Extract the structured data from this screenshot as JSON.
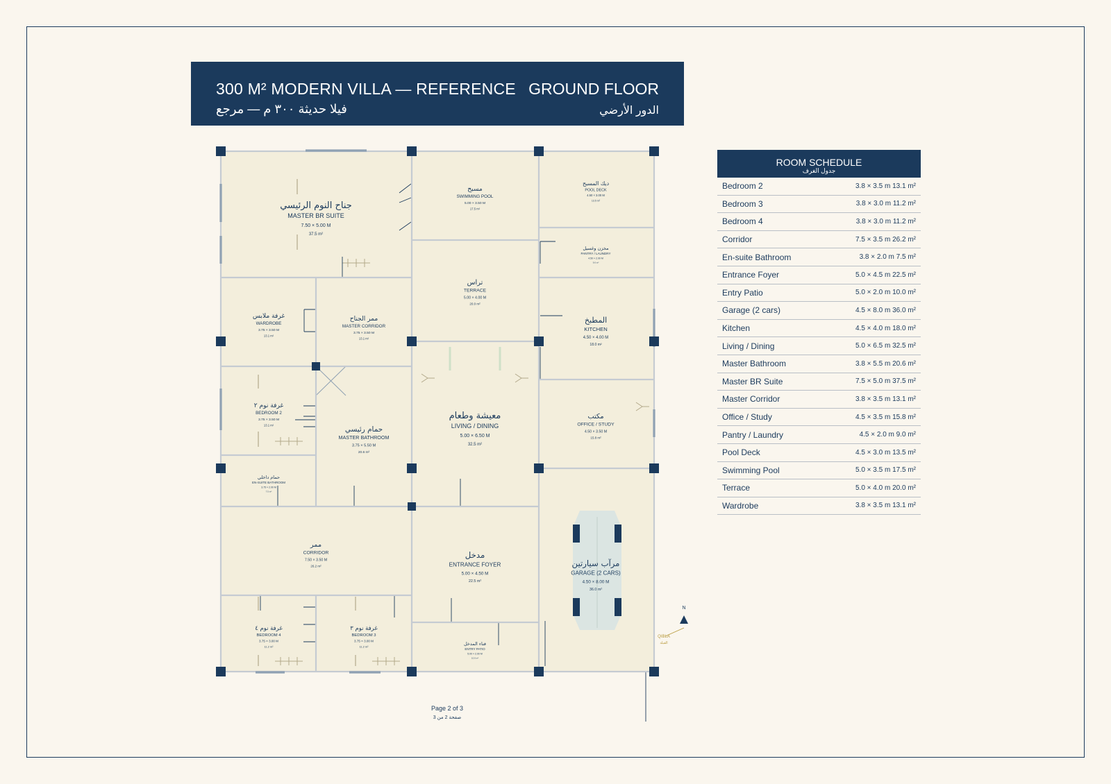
{
  "title": {
    "en_main": "300 M² MODERN VILLA — REFERENCE",
    "en_floor": "GROUND FLOOR",
    "ar_main": "فيلا حديثة ٣٠٠ م — مرجع",
    "ar_floor": "الدور الأرضي"
  },
  "plan_rooms": [
    {
      "id": "master",
      "ar": "جناح النوم الرئيسي",
      "en": "MASTER BR SUITE",
      "dims": "7.50 × 5.00 M",
      "area": "37.5 m²"
    },
    {
      "id": "pool",
      "ar": "مسبح",
      "en": "SWIMMING POOL",
      "dims": "5.00 × 3.50 M",
      "area": "17.5 m²"
    },
    {
      "id": "pooldeck",
      "ar": "ديك المسبح",
      "en": "POOL DECK",
      "dims": "4.50 × 3.00 M",
      "area": "13.5 m²"
    },
    {
      "id": "pantry",
      "ar": "مخزن وغسيل",
      "en": "PANTRY / LAUNDRY",
      "dims": "4.50 × 2.00 M",
      "area": "9.0 m²"
    },
    {
      "id": "terrace",
      "ar": "تراس",
      "en": "TERRACE",
      "dims": "5.00 × 4.00 M",
      "area": "20.0 m²"
    },
    {
      "id": "wardrobe",
      "ar": "غرفة ملابس",
      "en": "WARDROBE",
      "dims": "3.75 × 3.50 M",
      "area": "13.1 m²"
    },
    {
      "id": "mcorridor",
      "ar": "ممر الجناح",
      "en": "MASTER CORRIDOR",
      "dims": "3.75 × 3.50 M",
      "area": "13.1 m²"
    },
    {
      "id": "kitchen",
      "ar": "المطبخ",
      "en": "KITCHEN",
      "dims": "4.50 × 4.00 M",
      "area": "18.0 m²"
    },
    {
      "id": "bed2",
      "ar": "غرفة نوم ٢",
      "en": "BEDROOM 2",
      "dims": "3.75 × 3.50 M",
      "area": "13.1 m²"
    },
    {
      "id": "mbath",
      "ar": "حمام رئيسي",
      "en": "MASTER BATHROOM",
      "dims": "3.75 × 5.50 M",
      "area": "20.6 m²"
    },
    {
      "id": "living",
      "ar": "معيشة وطعام",
      "en": "LIVING / DINING",
      "dims": "5.00 × 6.50 M",
      "area": "32.5 m²"
    },
    {
      "id": "office",
      "ar": "مكتب",
      "en": "OFFICE / STUDY",
      "dims": "4.50 × 3.50 M",
      "area": "15.8 m²"
    },
    {
      "id": "ensuite",
      "ar": "حمام داخلي",
      "en": "EN-SUITE BATHROOM",
      "dims": "3.75 × 2.00 M",
      "area": "7.5 m²"
    },
    {
      "id": "corridor",
      "ar": "ممر",
      "en": "CORRIDOR",
      "dims": "7.50 × 3.50 M",
      "area": "26.2 m²"
    },
    {
      "id": "foyer",
      "ar": "مدخل",
      "en": "ENTRANCE FOYER",
      "dims": "5.00 × 4.50 M",
      "area": "22.5 m²"
    },
    {
      "id": "garage",
      "ar": "مرآب سيارتين",
      "en": "GARAGE (2 CARS)",
      "dims": "4.50 × 8.00 M",
      "area": "36.0 m²"
    },
    {
      "id": "bed4",
      "ar": "غرفة نوم ٤",
      "en": "BEDROOM 4",
      "dims": "3.75 × 3.00 M",
      "area": "11.2 m²"
    },
    {
      "id": "bed3",
      "ar": "غرفة نوم ٣",
      "en": "BEDROOM 3",
      "dims": "3.75 × 3.00 M",
      "area": "11.2 m²"
    },
    {
      "id": "patio",
      "ar": "فناء المدخل",
      "en": "ENTRY PATIO",
      "dims": "5.00 × 2.00 M",
      "area": "10.0 m²"
    }
  ],
  "north": {
    "label": "N"
  },
  "qibla": {
    "en": "QIBLA",
    "ar": "القبلة"
  },
  "schedule": {
    "title_en": "ROOM SCHEDULE",
    "title_ar": "جدول الغرف",
    "rows": [
      {
        "name": "Bedroom 2",
        "dims": "3.8 × 3.5 m 13.1 m²"
      },
      {
        "name": "Bedroom 3",
        "dims": "3.8 × 3.0 m 11.2 m²"
      },
      {
        "name": "Bedroom 4",
        "dims": "3.8 × 3.0 m 11.2 m²"
      },
      {
        "name": "Corridor",
        "dims": "7.5 × 3.5 m 26.2 m²"
      },
      {
        "name": "En-suite Bathroom",
        "dims": "3.8 × 2.0 m 7.5 m²"
      },
      {
        "name": "Entrance Foyer",
        "dims": "5.0 × 4.5 m 22.5 m²"
      },
      {
        "name": "Entry Patio",
        "dims": "5.0 × 2.0 m 10.0 m²"
      },
      {
        "name": "Garage (2 cars)",
        "dims": "4.5 × 8.0 m 36.0 m²"
      },
      {
        "name": "Kitchen",
        "dims": "4.5 × 4.0 m 18.0 m²"
      },
      {
        "name": "Living / Dining",
        "dims": "5.0 × 6.5 m 32.5 m²"
      },
      {
        "name": "Master Bathroom",
        "dims": "3.8 × 5.5 m 20.6 m²"
      },
      {
        "name": "Master BR Suite",
        "dims": "7.5 × 5.0 m 37.5 m²"
      },
      {
        "name": "Master Corridor",
        "dims": "3.8 × 3.5 m 13.1 m²"
      },
      {
        "name": "Office / Study",
        "dims": "4.5 × 3.5 m 15.8 m²"
      },
      {
        "name": "Pantry / Laundry",
        "dims": "4.5 × 2.0 m 9.0 m²"
      },
      {
        "name": "Pool Deck",
        "dims": "4.5 × 3.0 m 13.5 m²"
      },
      {
        "name": "Swimming Pool",
        "dims": "5.0 × 3.5 m 17.5 m²"
      },
      {
        "name": "Terrace",
        "dims": "5.0 × 4.0 m 20.0 m²"
      },
      {
        "name": "Wardrobe",
        "dims": "3.8 × 3.5 m 13.1 m²"
      }
    ]
  },
  "page": {
    "en": "Page 2 of 3",
    "ar": "صفحة 2 من 3"
  },
  "colors": {
    "navy": "#1b3a5c",
    "floor": "#f3eedc",
    "wall": "#c5cbd2",
    "furniture": "#b3a98a",
    "paper": "#faf6ee",
    "qibla": "#b89a3c"
  }
}
